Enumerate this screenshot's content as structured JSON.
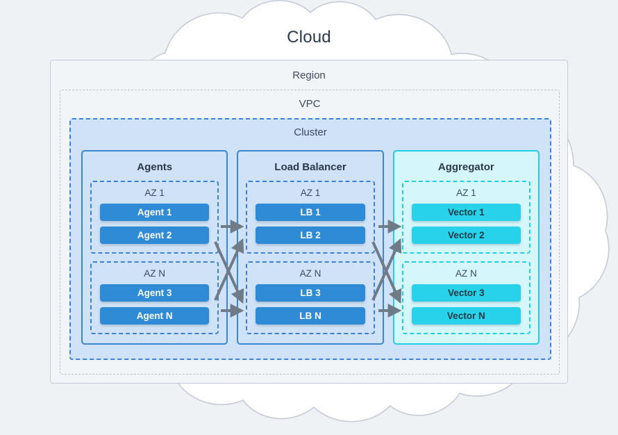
{
  "diagram": {
    "title": "Cloud",
    "background_color": "#eef2f5",
    "containers": {
      "cloud": "Cloud",
      "region": "Region",
      "vpc": "VPC",
      "cluster": "Cluster"
    },
    "colors": {
      "cloud_fill": "#ffffff",
      "cloud_stroke": "#c3ccd6",
      "region_stroke": "#c3ccd6",
      "region_fill": "#f2f5f8",
      "vpc_stroke": "#b6bfc9",
      "cluster_stroke": "#3b82d4",
      "cluster_fill": "#cfe2f7",
      "blue_panel_stroke": "#3b86d0",
      "blue_panel_fill": "#cfe2f7",
      "blue_node": "#2f8bd6",
      "blue_node_text": "#ffffff",
      "cyan_panel_stroke": "#24cde6",
      "cyan_panel_fill": "#d5f7fb",
      "cyan_node": "#27d2ea",
      "cyan_node_text": "#253845",
      "arrow": "#6f7b87",
      "text": "#2b3a4a"
    },
    "columns": [
      {
        "id": "agents",
        "title": "Agents",
        "theme": "blue",
        "zones": [
          {
            "label": "AZ 1",
            "nodes": [
              "Agent 1",
              "Agent 2"
            ]
          },
          {
            "label": "AZ N",
            "nodes": [
              "Agent 3",
              "Agent N"
            ]
          }
        ]
      },
      {
        "id": "load-balancer",
        "title": "Load Balancer",
        "theme": "blue",
        "zones": [
          {
            "label": "AZ 1",
            "nodes": [
              "LB 1",
              "LB 2"
            ]
          },
          {
            "label": "AZ N",
            "nodes": [
              "LB 3",
              "LB N"
            ]
          }
        ]
      },
      {
        "id": "aggregator",
        "title": "Aggregator",
        "theme": "cyan",
        "zones": [
          {
            "label": "AZ 1",
            "nodes": [
              "Vector 1",
              "Vector 2"
            ]
          },
          {
            "label": "AZ N",
            "nodes": [
              "Vector 3",
              "Vector N"
            ]
          }
        ]
      }
    ],
    "connections": [
      {
        "from": "agents-az1",
        "to": "load-balancer-az1",
        "style": "straight"
      },
      {
        "from": "agents-az1",
        "to": "load-balancer-azN",
        "style": "cross"
      },
      {
        "from": "agents-azN",
        "to": "load-balancer-az1",
        "style": "cross"
      },
      {
        "from": "agents-azN",
        "to": "load-balancer-azN",
        "style": "straight"
      },
      {
        "from": "load-balancer-az1",
        "to": "aggregator-az1",
        "style": "straight"
      },
      {
        "from": "load-balancer-az1",
        "to": "aggregator-azN",
        "style": "cross"
      },
      {
        "from": "load-balancer-azN",
        "to": "aggregator-az1",
        "style": "cross"
      },
      {
        "from": "load-balancer-azN",
        "to": "aggregator-azN",
        "style": "straight"
      }
    ]
  }
}
